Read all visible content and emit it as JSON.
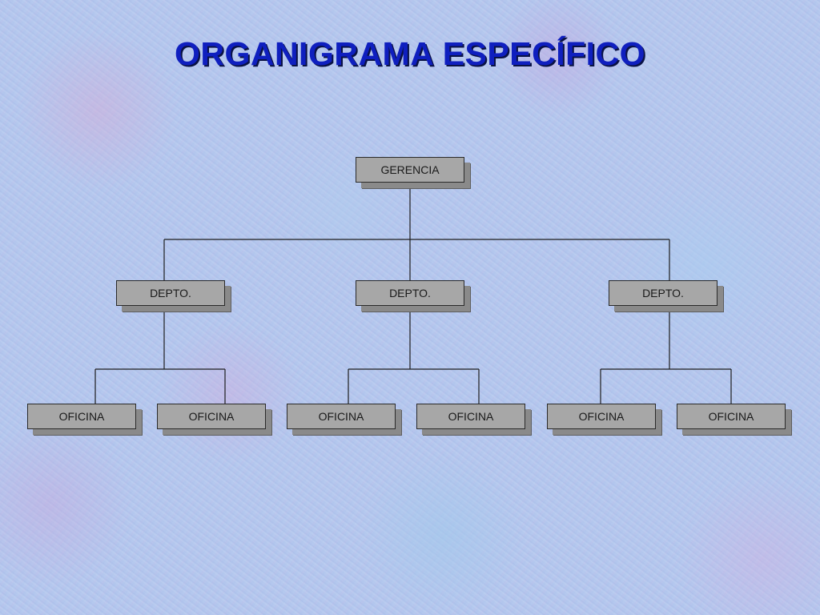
{
  "slide": {
    "title": "ORGANIGRAMA ESPECÍFICO"
  },
  "org_chart": {
    "root": {
      "label": "GERENCIA",
      "children": [
        {
          "label": "DEPTO.",
          "children": [
            {
              "label": "OFICINA"
            },
            {
              "label": "OFICINA"
            }
          ]
        },
        {
          "label": "DEPTO.",
          "children": [
            {
              "label": "OFICINA"
            },
            {
              "label": "OFICINA"
            }
          ]
        },
        {
          "label": "DEPTO.",
          "children": [
            {
              "label": "OFICINA"
            },
            {
              "label": "OFICINA"
            }
          ]
        }
      ]
    }
  }
}
